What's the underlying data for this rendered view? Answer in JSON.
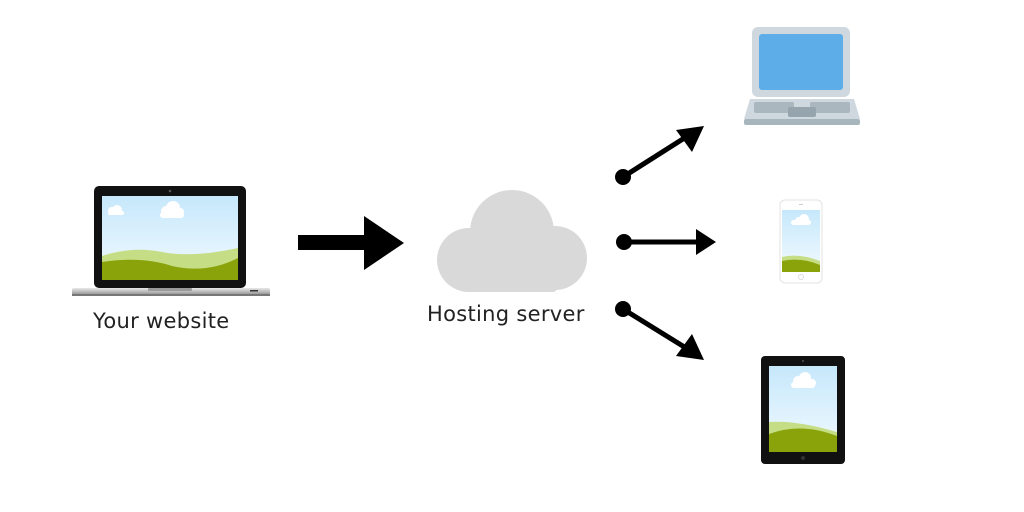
{
  "diagram": {
    "source": {
      "label": "Your website",
      "icon": "macbook-laptop-icon"
    },
    "server": {
      "label": "Hosting server",
      "icon": "cloud-icon"
    },
    "destinations": [
      {
        "name": "laptop",
        "icon": "flat-laptop-icon"
      },
      {
        "name": "phone",
        "icon": "smartphone-icon"
      },
      {
        "name": "tablet",
        "icon": "tablet-icon"
      }
    ],
    "colors": {
      "cloud": "#d9d9d9",
      "arrow": "#000000",
      "sky_top": "#c6e8fb",
      "sky_bottom": "#eef8fe",
      "hill_light": "#c5dd84",
      "hill_dark": "#8aa30b",
      "flat_laptop_screen": "#5dade8",
      "flat_laptop_body": "#cfd8de",
      "flat_laptop_keys": "#aab7bf"
    }
  }
}
